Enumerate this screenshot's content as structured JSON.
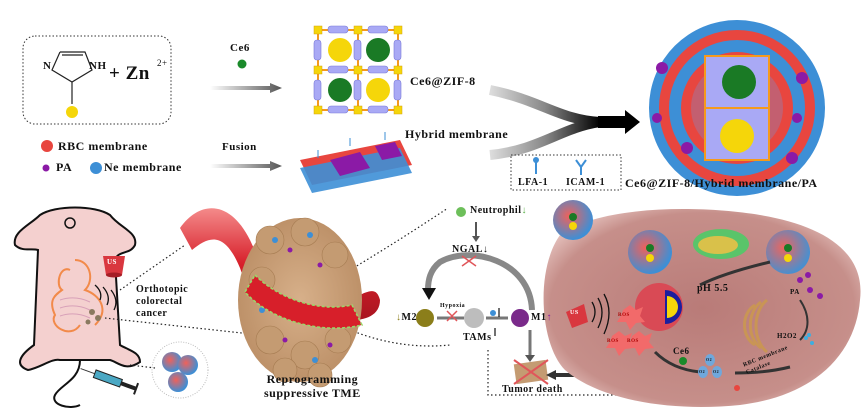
{
  "title": "Ce6@ZIF-8/Hybrid membrane/PA synthesis and therapeutic mechanism",
  "synthesis": {
    "reactant_plus": "+ Zn",
    "reactant_charge": "2+",
    "imidazole_N": "N",
    "imidazole_NH": "NH",
    "ce6_label": "Ce6",
    "ce6_zif8_label": "Ce6@ZIF-8",
    "fusion_label": "Fusion",
    "hybrid_membrane_label": "Hybrid membrane",
    "final_product_label": "Ce6@ZIF-8/Hybrid membrane/PA"
  },
  "legend": {
    "items": [
      {
        "label": "RBC membrane",
        "color": "#e8463f"
      },
      {
        "label": "PA",
        "color": "#8b1aa6"
      },
      {
        "label": "Ne membrane",
        "color": "#3d8fd6"
      }
    ],
    "receptors": [
      {
        "label": "LFA-1",
        "icon": "lollipop-receptor-icon"
      },
      {
        "label": "ICAM-1",
        "icon": "y-receptor-icon"
      }
    ]
  },
  "mouse": {
    "us_label": "US",
    "tumor_label_line1": "Orthotopic",
    "tumor_label_line2": "colorectal",
    "tumor_label_line3": "cancer"
  },
  "tme": {
    "caption_line1": "Reprogramming",
    "caption_line2": "suppressive TME"
  },
  "immune": {
    "neutrophil": "Neutrophil",
    "ngal": "NGAL",
    "m2": "M2",
    "tams": "TAMs",
    "m1": "M1",
    "hypoxia": "Hypoxia",
    "tumor_death": "Tumor death"
  },
  "cell": {
    "us_label": "US",
    "ph_label": "pH 5.5",
    "pa_label": "PA",
    "h2o2_label": "H2O2",
    "ros_label": "ROS",
    "ce6_label": "Ce6",
    "o2_label": "O2",
    "catalase_line1": "RBC membrane",
    "catalase_line2": "Catalase"
  },
  "colors": {
    "rbc": "#e8463f",
    "ne": "#3d8fd6",
    "pa": "#8b1aa6",
    "ce6": "#1a8a2a",
    "zn": "#f5d60a",
    "linker": "#a9a9f5",
    "cell": "#c98b86",
    "vessel": "#d9252f",
    "tumor": "#c9a37a"
  }
}
